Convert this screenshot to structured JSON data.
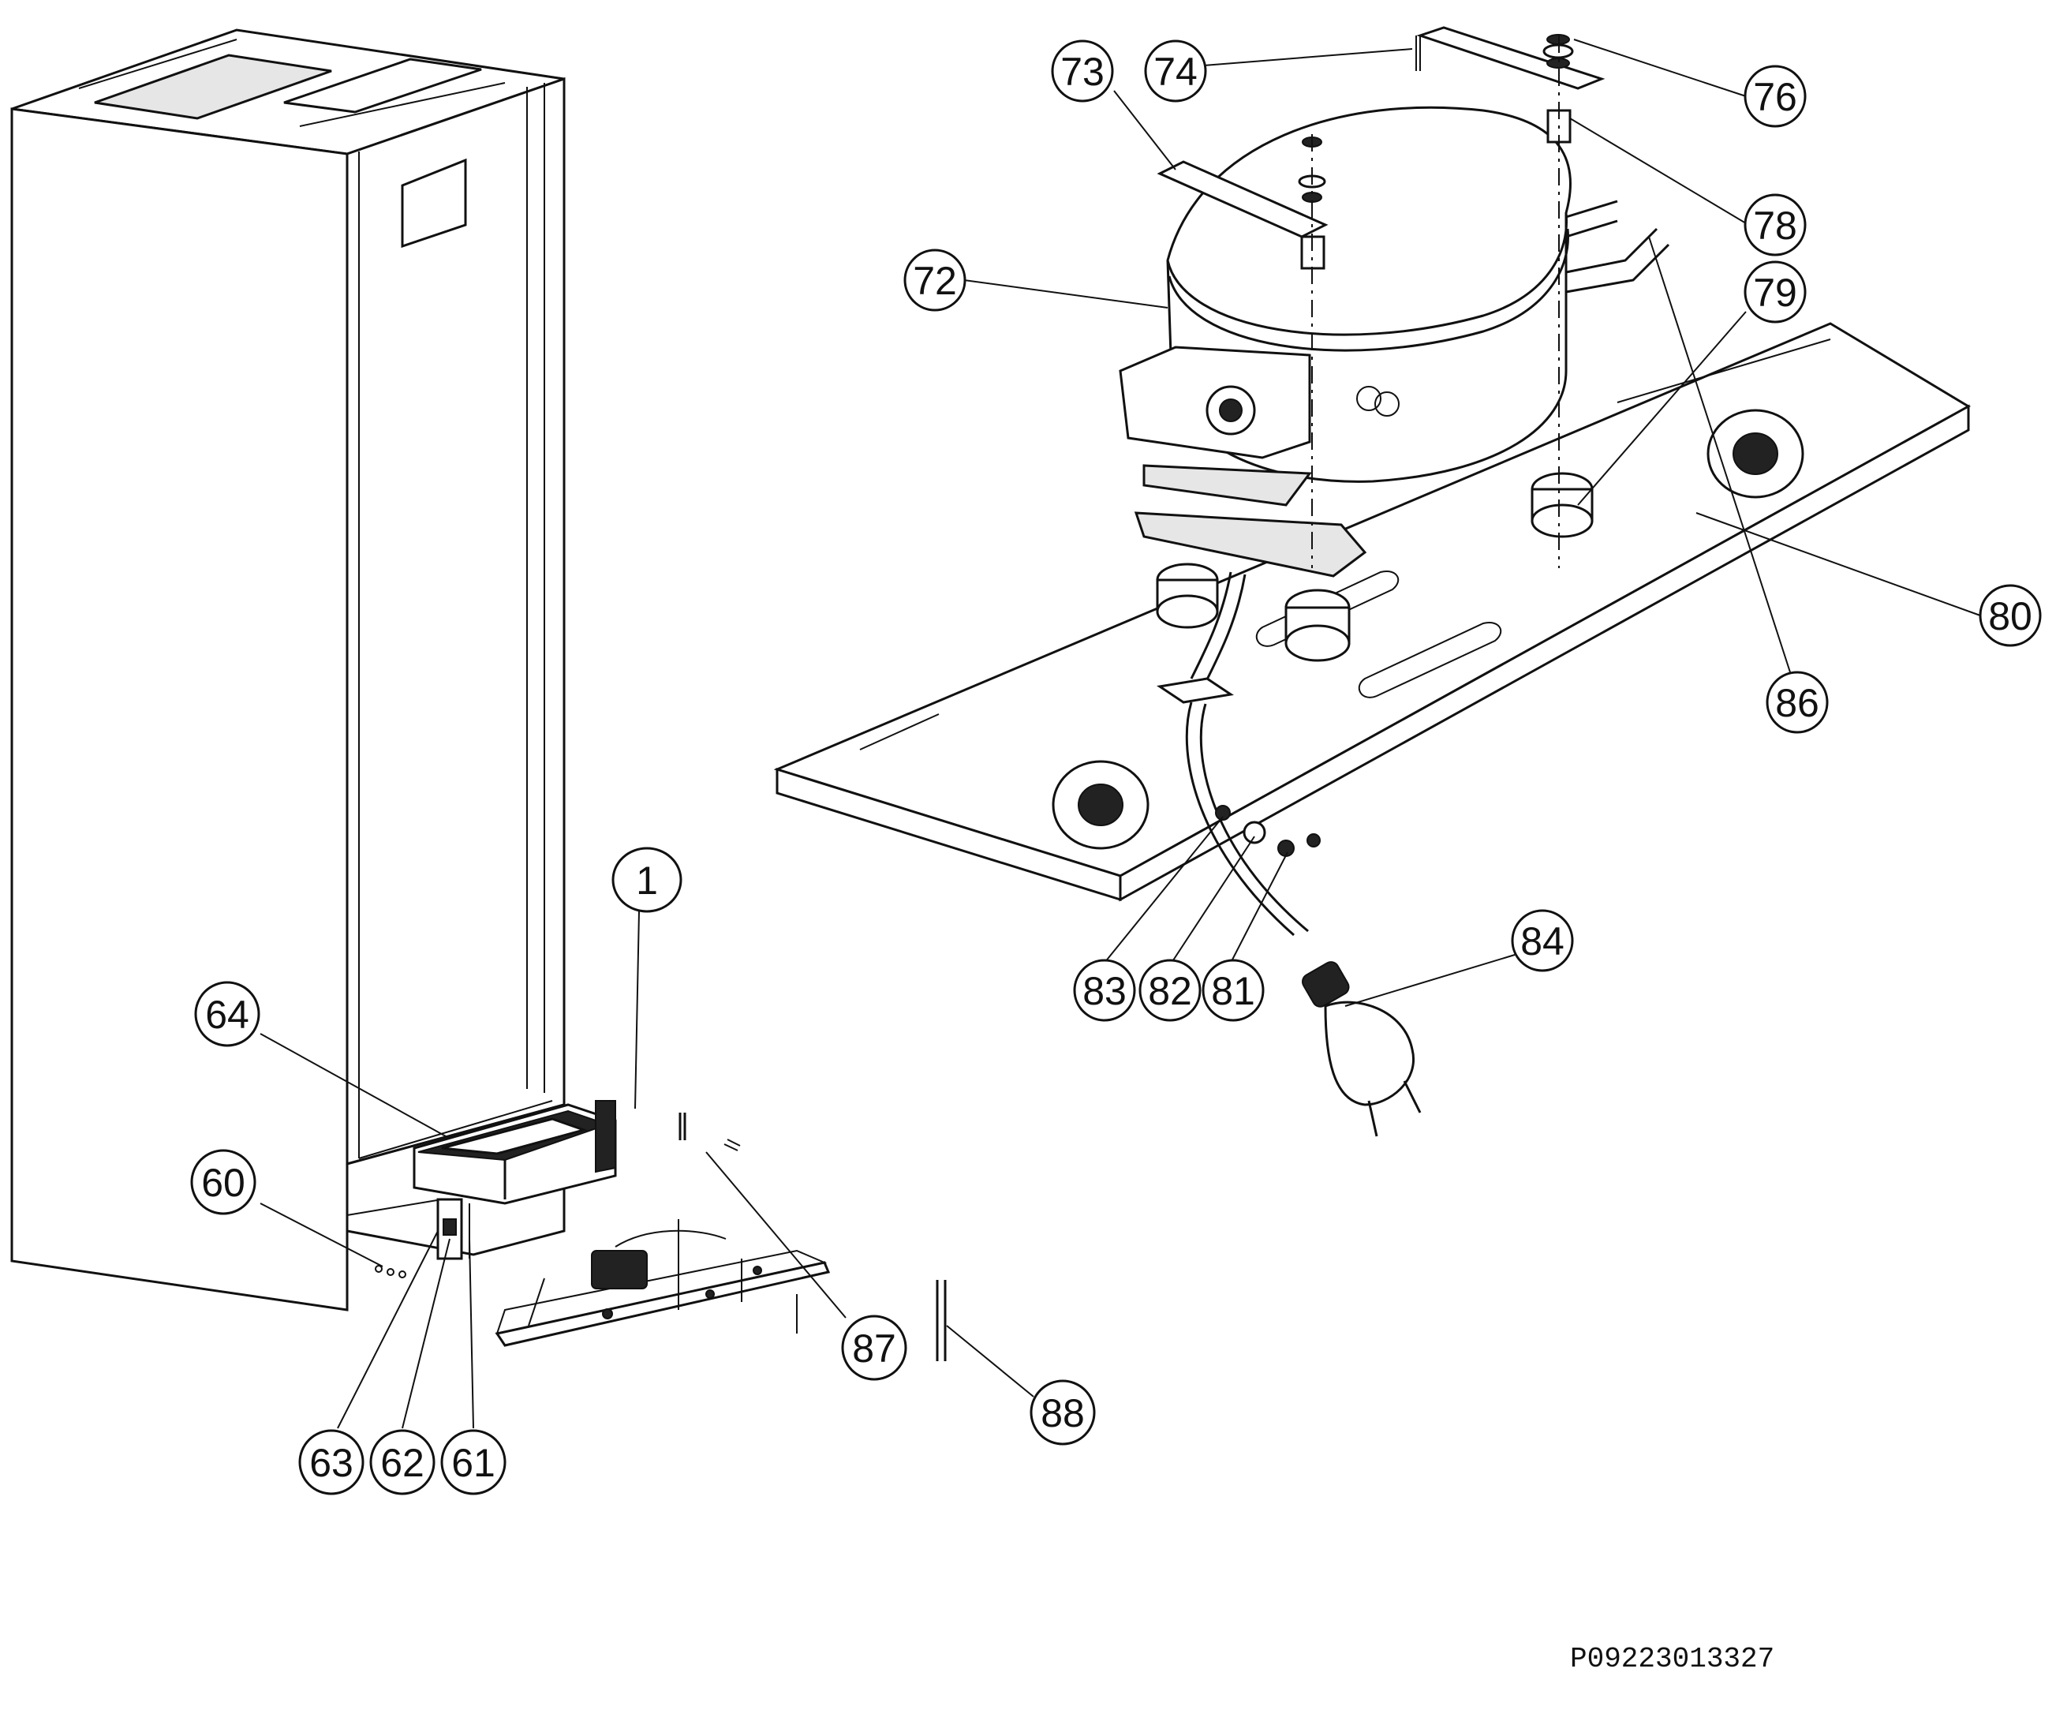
{
  "callouts": [
    {
      "id": "c72",
      "label": "72"
    },
    {
      "id": "c73",
      "label": "73"
    },
    {
      "id": "c74",
      "label": "74"
    },
    {
      "id": "c76",
      "label": "76"
    },
    {
      "id": "c78",
      "label": "78"
    },
    {
      "id": "c79",
      "label": "79"
    },
    {
      "id": "c80",
      "label": "80"
    },
    {
      "id": "c86",
      "label": "86"
    },
    {
      "id": "c84",
      "label": "84"
    },
    {
      "id": "c83",
      "label": "83"
    },
    {
      "id": "c82",
      "label": "82"
    },
    {
      "id": "c81",
      "label": "81"
    },
    {
      "id": "c1",
      "label": "1"
    },
    {
      "id": "c64",
      "label": "64"
    },
    {
      "id": "c60",
      "label": "60"
    },
    {
      "id": "c87",
      "label": "87"
    },
    {
      "id": "c88",
      "label": "88"
    },
    {
      "id": "c63",
      "label": "63"
    },
    {
      "id": "c62",
      "label": "62"
    },
    {
      "id": "c61",
      "label": "61"
    }
  ],
  "document_id": "P09223013327",
  "colors": {
    "line": "#111111",
    "background": "#ffffff",
    "panel": "#e6e6e6"
  }
}
